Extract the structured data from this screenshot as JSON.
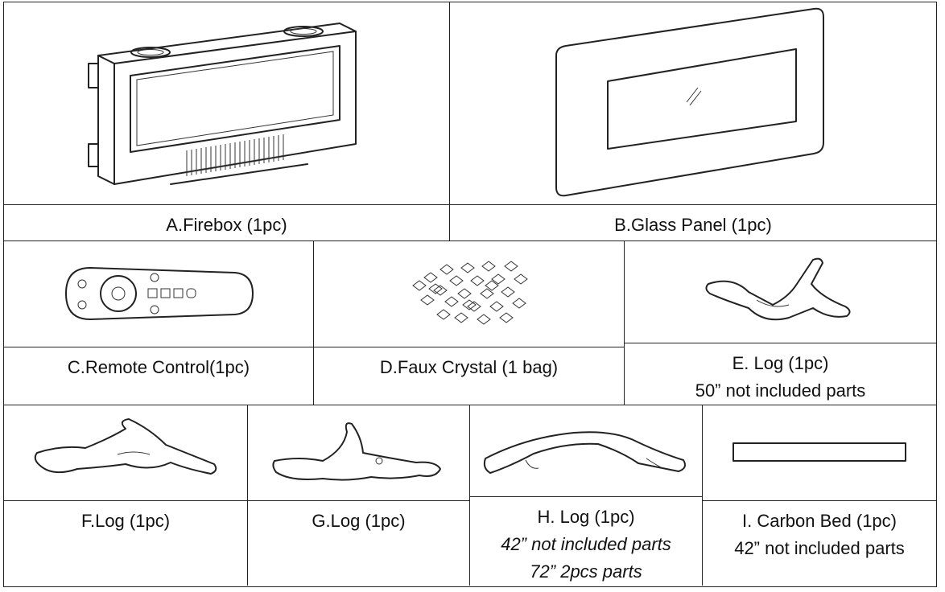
{
  "parts": {
    "a": {
      "caption": "A.Firebox (1pc)",
      "icon": "firebox-illustration"
    },
    "b": {
      "caption": "B.Glass Panel (1pc)",
      "icon": "glass-panel-illustration"
    },
    "c": {
      "caption": "C.Remote Control(1pc)",
      "icon": "remote-control-illustration"
    },
    "d": {
      "caption": "D.Faux Crystal (1 bag)",
      "icon": "faux-crystal-illustration"
    },
    "e": {
      "caption": "E.  Log (1pc)",
      "note": "50” not included parts",
      "icon": "log-illustration"
    },
    "f": {
      "caption": "F.Log (1pc)",
      "icon": "log-illustration"
    },
    "g": {
      "caption": "G.Log (1pc)",
      "icon": "log-illustration"
    },
    "h": {
      "caption": "H. Log (1pc)",
      "note1": "42” not included parts",
      "note2": "72” 2pcs parts",
      "icon": "log-illustration"
    },
    "i": {
      "caption": "I.  Carbon Bed (1pc)",
      "note": "42” not included parts",
      "icon": "carbon-bed-illustration"
    }
  },
  "colors": {
    "line": "#222222",
    "background": "#ffffff"
  }
}
